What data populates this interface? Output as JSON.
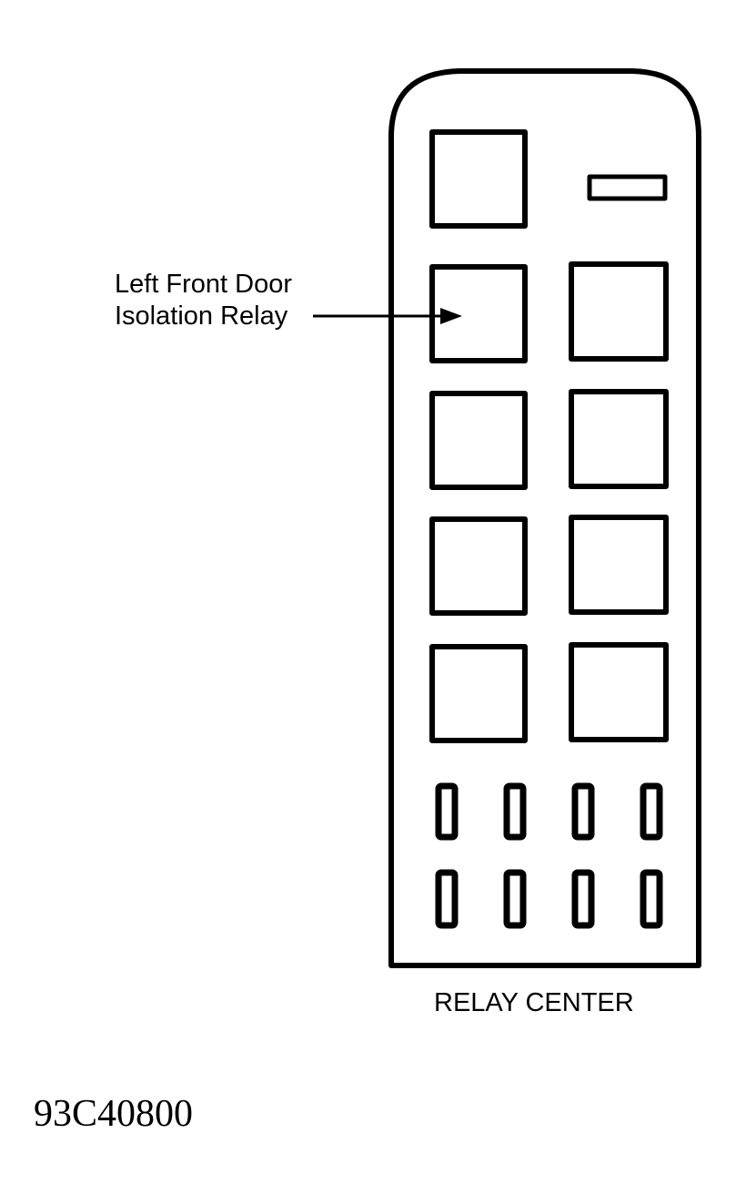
{
  "callout": {
    "line1": "Left Front Door",
    "line2": "Isolation Relay"
  },
  "caption": "RELAY CENTER",
  "figure_code": "93C40800",
  "relay_center": {
    "large_relay_slots": 9,
    "small_fuse_slots": 8,
    "indicator_slots": 1,
    "highlighted_slot": "Left Front Door Isolation Relay"
  }
}
